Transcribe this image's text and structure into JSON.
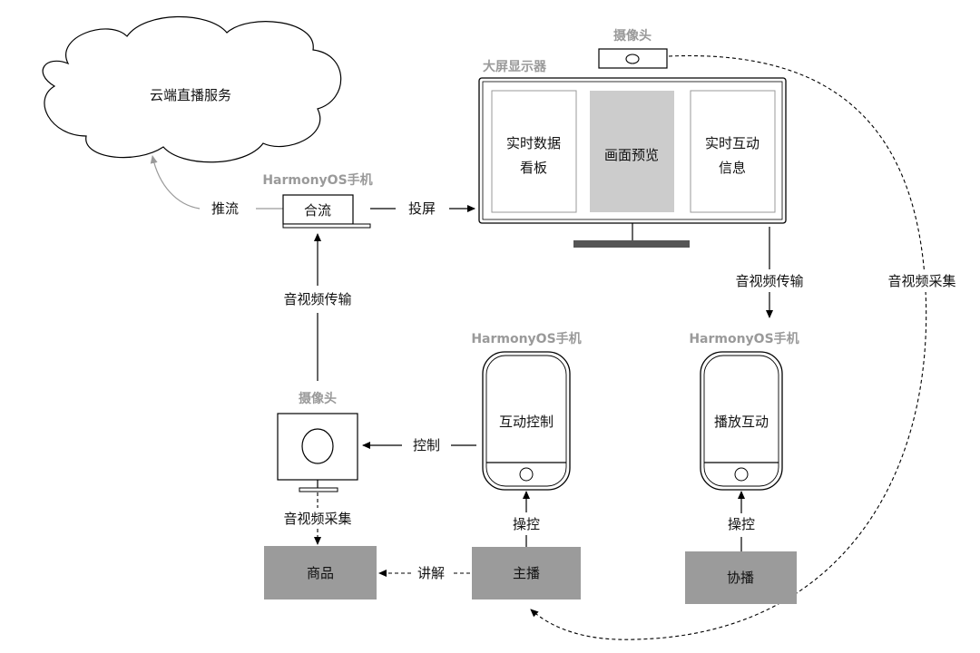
{
  "cloud": {
    "label": "云端直播服务"
  },
  "mixer_phone": {
    "title": "HarmonyOS手机",
    "box_label": "合流"
  },
  "display": {
    "title": "大屏显示器",
    "panels": [
      {
        "label": "实时数据\n看板"
      },
      {
        "label": "画面预览"
      },
      {
        "label": "实时互动\n信息"
      }
    ]
  },
  "top_camera": {
    "title": "摄像头"
  },
  "edges": {
    "push": "推流",
    "cast": "投屏",
    "av_transfer_left": "音视频传输",
    "av_transfer_right": "音视频传输",
    "av_capture_right": "音视频采集",
    "av_capture_bottom": "音视频采集",
    "control": "控制",
    "operate_host": "操控",
    "operate_cohost": "操控",
    "explain": "讲解"
  },
  "bottom_camera": {
    "title": "摄像头"
  },
  "host_phone": {
    "title": "HarmonyOS手机",
    "screen_label": "互动控制"
  },
  "cohost_phone": {
    "title": "HarmonyOS手机",
    "screen_label": "播放互动"
  },
  "nodes": {
    "product": "商品",
    "host": "主播",
    "cohost": "协播"
  },
  "colors": {
    "box_fill": "#9b9b9b",
    "preview_fill": "#cccccc",
    "title_gray": "#9a9a9a"
  }
}
